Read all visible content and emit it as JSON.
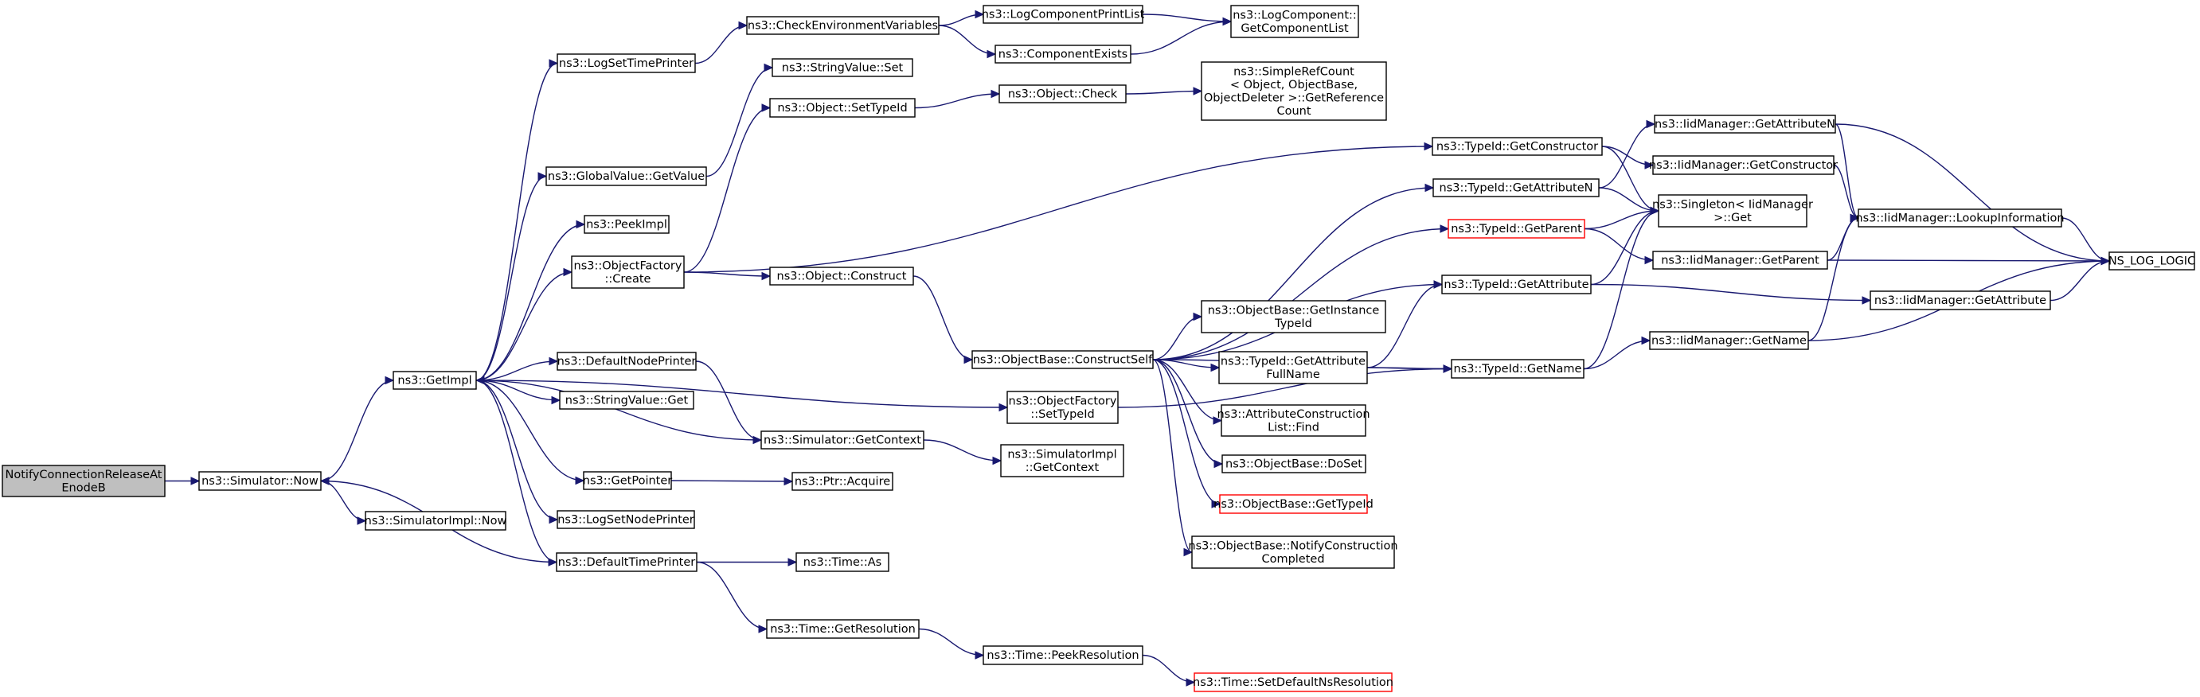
{
  "diagram": {
    "type": "call-graph",
    "nodes": [
      {
        "id": "notify",
        "lines": [
          "NotifyConnectionReleaseAt",
          "EnodeB"
        ],
        "style": "root"
      },
      {
        "id": "simnow",
        "lines": [
          "ns3::Simulator::Now"
        ]
      },
      {
        "id": "getimpl",
        "lines": [
          "ns3::GetImpl"
        ]
      },
      {
        "id": "simimplnow",
        "lines": [
          "ns3::SimulatorImpl::Now"
        ]
      },
      {
        "id": "logsettime",
        "lines": [
          "ns3::LogSetTimePrinter"
        ]
      },
      {
        "id": "globalvalue",
        "lines": [
          "ns3::GlobalValue::GetValue"
        ]
      },
      {
        "id": "peekimpl",
        "lines": [
          "ns3::PeekImpl"
        ]
      },
      {
        "id": "objfactcreate",
        "lines": [
          "ns3::ObjectFactory",
          "::Create"
        ]
      },
      {
        "id": "defnodeprinter",
        "lines": [
          "ns3::DefaultNodePrinter"
        ]
      },
      {
        "id": "strvalget",
        "lines": [
          "ns3::StringValue::Get"
        ]
      },
      {
        "id": "getpointer",
        "lines": [
          "ns3::GetPointer"
        ]
      },
      {
        "id": "logsetnode",
        "lines": [
          "ns3::LogSetNodePrinter"
        ]
      },
      {
        "id": "deftimeprinter",
        "lines": [
          "ns3::DefaultTimePrinter"
        ]
      },
      {
        "id": "checkenv",
        "lines": [
          "ns3::CheckEnvironmentVariables"
        ]
      },
      {
        "id": "strvalset",
        "lines": [
          "ns3::StringValue::Set"
        ]
      },
      {
        "id": "objsettypeid",
        "lines": [
          "ns3::Object::SetTypeId"
        ]
      },
      {
        "id": "objconstruct",
        "lines": [
          "ns3::Object::Construct"
        ]
      },
      {
        "id": "simgetcontext",
        "lines": [
          "ns3::Simulator::GetContext"
        ]
      },
      {
        "id": "ptracquire",
        "lines": [
          "ns3::Ptr::Acquire"
        ]
      },
      {
        "id": "timeas",
        "lines": [
          "ns3::Time::As"
        ]
      },
      {
        "id": "timegetres",
        "lines": [
          "ns3::Time::GetResolution"
        ]
      },
      {
        "id": "logcompprint",
        "lines": [
          "ns3::LogComponentPrintList"
        ]
      },
      {
        "id": "compexists",
        "lines": [
          "ns3::ComponentExists"
        ]
      },
      {
        "id": "objcheck",
        "lines": [
          "ns3::Object::Check"
        ]
      },
      {
        "id": "objbaseconstruct",
        "lines": [
          "ns3::ObjectBase::ConstructSelf"
        ]
      },
      {
        "id": "objfactsettype",
        "lines": [
          "ns3::ObjectFactory",
          "::SetTypeId"
        ]
      },
      {
        "id": "simimplgetctx",
        "lines": [
          "ns3::SimulatorImpl",
          "::GetContext"
        ]
      },
      {
        "id": "timepeekres",
        "lines": [
          "ns3::Time::PeekResolution"
        ]
      },
      {
        "id": "logcompgetlist",
        "lines": [
          "ns3::LogComponent::",
          "GetComponentList"
        ]
      },
      {
        "id": "simplerefcount",
        "lines": [
          "ns3::SimpleRefCount",
          "< Object, ObjectBase,",
          " ObjectDeleter >::GetReference",
          "Count"
        ]
      },
      {
        "id": "objbasegetinst",
        "lines": [
          "ns3::ObjectBase::GetInstance",
          "TypeId"
        ]
      },
      {
        "id": "typeidgetattrfull",
        "lines": [
          "ns3::TypeId::GetAttribute",
          "FullName"
        ]
      },
      {
        "id": "attrconstruct",
        "lines": [
          "ns3::AttributeConstruction",
          "List::Find"
        ]
      },
      {
        "id": "objbasedoset",
        "lines": [
          "ns3::ObjectBase::DoSet"
        ]
      },
      {
        "id": "objbasegettypeid",
        "lines": [
          "ns3::ObjectBase::GetTypeId"
        ],
        "style": "red"
      },
      {
        "id": "objbasenotify",
        "lines": [
          "ns3::ObjectBase::NotifyConstruction",
          "Completed"
        ]
      },
      {
        "id": "timesetdefault",
        "lines": [
          "ns3::Time::SetDefaultNsResolution"
        ],
        "style": "red"
      },
      {
        "id": "typeidgetctor",
        "lines": [
          "ns3::TypeId::GetConstructor"
        ]
      },
      {
        "id": "typeidgetattrn",
        "lines": [
          "ns3::TypeId::GetAttributeN"
        ]
      },
      {
        "id": "typeidgetparent",
        "lines": [
          "ns3::TypeId::GetParent"
        ],
        "style": "red"
      },
      {
        "id": "typeidgetattr",
        "lines": [
          "ns3::TypeId::GetAttribute"
        ]
      },
      {
        "id": "typeidgetname",
        "lines": [
          "ns3::TypeId::GetName"
        ]
      },
      {
        "id": "singleton",
        "lines": [
          "ns3::Singleton< IidManager",
          " >::Get"
        ]
      },
      {
        "id": "iidgetattrn",
        "lines": [
          "ns3::IidManager::GetAttributeN"
        ]
      },
      {
        "id": "iidgetctor",
        "lines": [
          "ns3::IidManager::GetConstructor"
        ]
      },
      {
        "id": "iidgetparent",
        "lines": [
          "ns3::IidManager::GetParent"
        ]
      },
      {
        "id": "iidgetname",
        "lines": [
          "ns3::IidManager::GetName"
        ]
      },
      {
        "id": "iidlookup",
        "lines": [
          "ns3::IidManager::LookupInformation"
        ]
      },
      {
        "id": "iidgetattr",
        "lines": [
          "ns3::IidManager::GetAttribute"
        ]
      },
      {
        "id": "nslog",
        "lines": [
          "NS_LOG_LOGIC"
        ]
      }
    ],
    "edges": [
      [
        "notify",
        "simnow"
      ],
      [
        "simnow",
        "getimpl"
      ],
      [
        "simnow",
        "simimplnow"
      ],
      [
        "getimpl",
        "logsettime"
      ],
      [
        "getimpl",
        "globalvalue"
      ],
      [
        "getimpl",
        "peekimpl"
      ],
      [
        "getimpl",
        "objfactcreate"
      ],
      [
        "getimpl",
        "defnodeprinter"
      ],
      [
        "getimpl",
        "strvalget"
      ],
      [
        "getimpl",
        "getpointer"
      ],
      [
        "getimpl",
        "logsetnode"
      ],
      [
        "getimpl",
        "deftimeprinter"
      ],
      [
        "getimpl",
        "objfactsettype"
      ],
      [
        "logsettime",
        "checkenv"
      ],
      [
        "globalvalue",
        "strvalset"
      ],
      [
        "objfactcreate",
        "objsettypeid"
      ],
      [
        "objfactcreate",
        "objconstruct"
      ],
      [
        "objfactcreate",
        "typeidgetctor"
      ],
      [
        "defnodeprinter",
        "simgetcontext"
      ],
      [
        "simgetcontext",
        "getimpl"
      ],
      [
        "simgetcontext",
        "simimplgetctx"
      ],
      [
        "getpointer",
        "ptracquire"
      ],
      [
        "deftimeprinter",
        "simnow"
      ],
      [
        "deftimeprinter",
        "timeas"
      ],
      [
        "deftimeprinter",
        "timegetres"
      ],
      [
        "checkenv",
        "logcompprint"
      ],
      [
        "checkenv",
        "compexists"
      ],
      [
        "logcompprint",
        "logcompgetlist"
      ],
      [
        "compexists",
        "logcompgetlist"
      ],
      [
        "objsettypeid",
        "objcheck"
      ],
      [
        "objcheck",
        "simplerefcount"
      ],
      [
        "objconstruct",
        "objbaseconstruct"
      ],
      [
        "objfactsettype",
        "typeidgetname"
      ],
      [
        "timegetres",
        "timepeekres"
      ],
      [
        "timepeekres",
        "timesetdefault"
      ],
      [
        "objbaseconstruct",
        "typeidgetattrn"
      ],
      [
        "objbaseconstruct",
        "typeidgetparent"
      ],
      [
        "objbaseconstruct",
        "typeidgetattr"
      ],
      [
        "objbaseconstruct",
        "objbasegetinst"
      ],
      [
        "objbaseconstruct",
        "typeidgetattrfull"
      ],
      [
        "objbaseconstruct",
        "attrconstruct"
      ],
      [
        "objbaseconstruct",
        "objbasedoset"
      ],
      [
        "objbaseconstruct",
        "objbasegettypeid"
      ],
      [
        "objbaseconstruct",
        "objbasenotify"
      ],
      [
        "objbaseconstruct",
        "typeidgetname"
      ],
      [
        "typeidgetattrfull",
        "typeidgetattr"
      ],
      [
        "typeidgetattrfull",
        "typeidgetname"
      ],
      [
        "typeidgetctor",
        "singleton"
      ],
      [
        "typeidgetctor",
        "iidgetctor"
      ],
      [
        "typeidgetattrn",
        "singleton"
      ],
      [
        "typeidgetattrn",
        "iidgetattrn"
      ],
      [
        "typeidgetparent",
        "singleton"
      ],
      [
        "typeidgetparent",
        "iidgetparent"
      ],
      [
        "typeidgetattr",
        "singleton"
      ],
      [
        "typeidgetattr",
        "iidgetattr"
      ],
      [
        "typeidgetname",
        "singleton"
      ],
      [
        "typeidgetname",
        "iidgetname"
      ],
      [
        "iidgetattrn",
        "iidlookup"
      ],
      [
        "iidgetattrn",
        "nslog"
      ],
      [
        "iidgetctor",
        "iidlookup"
      ],
      [
        "iidgetparent",
        "iidlookup"
      ],
      [
        "iidgetparent",
        "nslog"
      ],
      [
        "iidgetname",
        "iidlookup"
      ],
      [
        "iidgetname",
        "nslog"
      ],
      [
        "iidlookup",
        "nslog"
      ],
      [
        "iidgetattr",
        "nslog"
      ]
    ]
  }
}
